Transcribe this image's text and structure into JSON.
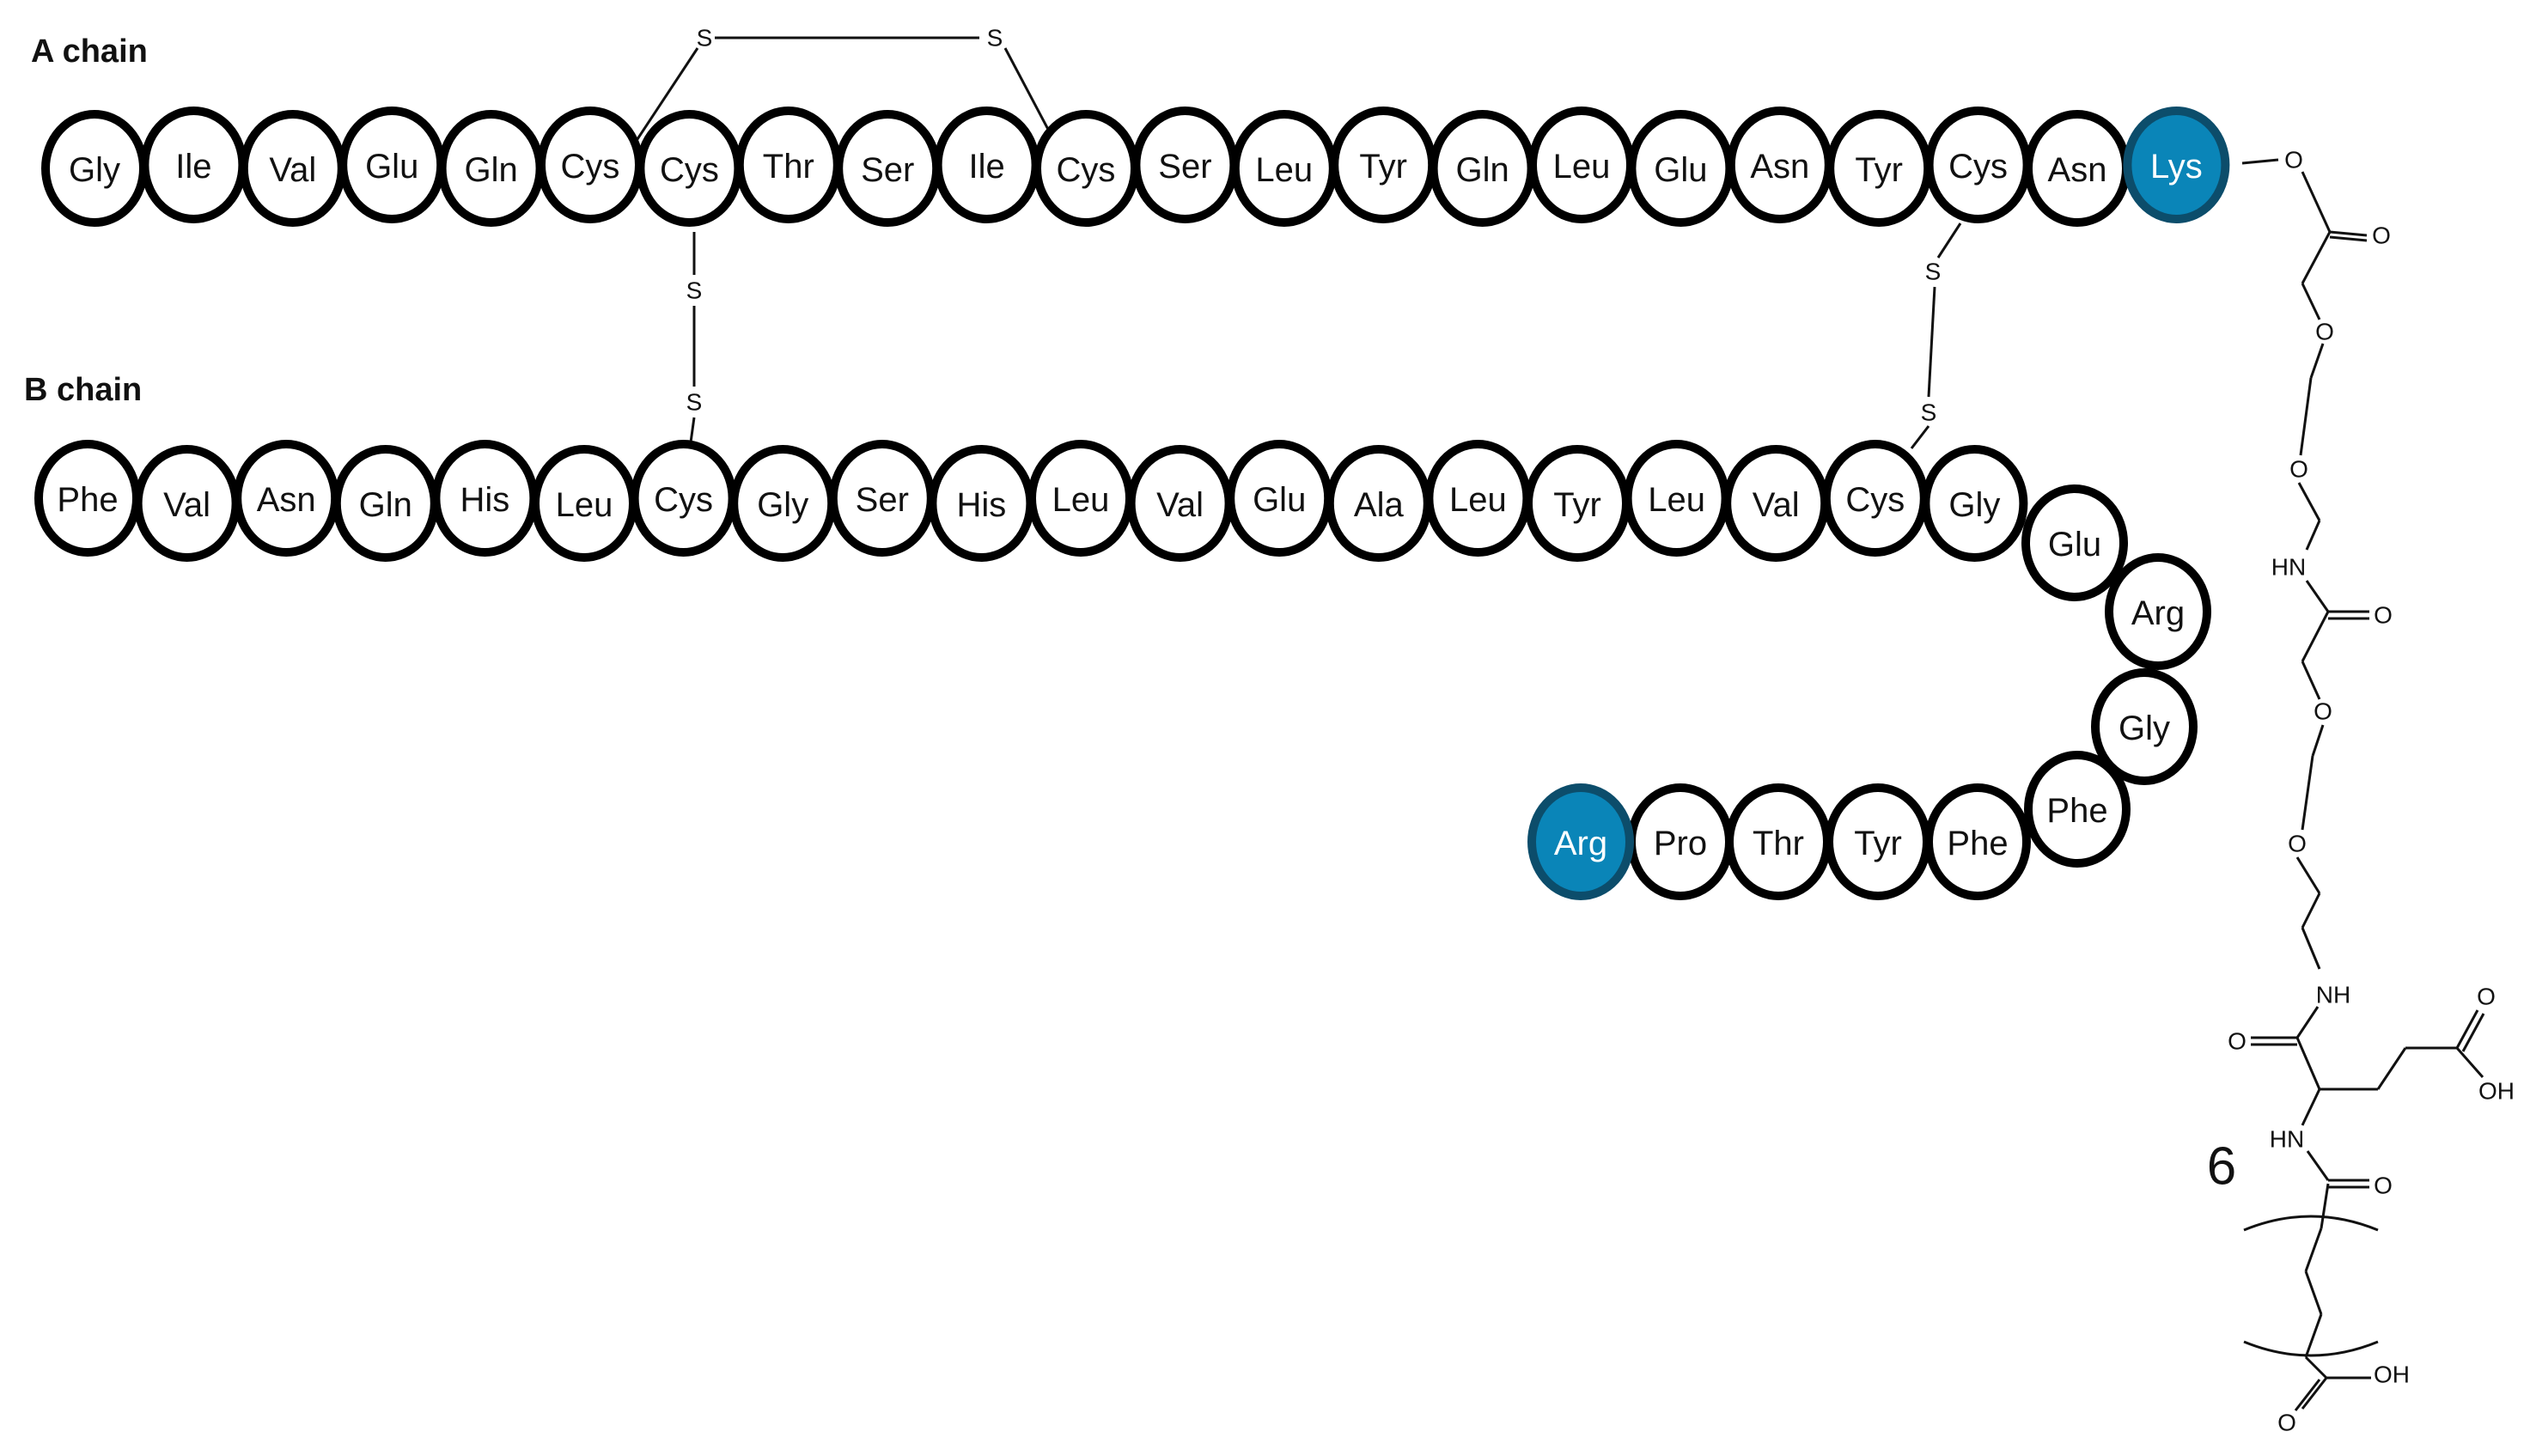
{
  "labels": {
    "chain_a": "A chain",
    "chain_b": "B chain"
  },
  "colors": {
    "highlight_fill": "#0a85b8",
    "highlight_stroke": "#0c4d6b",
    "outline": "#000000"
  },
  "chain_a": [
    "Gly",
    "Ile",
    "Val",
    "Glu",
    "Gln",
    "Cys",
    "Cys",
    "Thr",
    "Ser",
    "Ile",
    "Cys",
    "Ser",
    "Leu",
    "Tyr",
    "Gln",
    "Leu",
    "Glu",
    "Asn",
    "Tyr",
    "Cys",
    "Asn",
    "Lys"
  ],
  "chain_b": [
    "Phe",
    "Val",
    "Asn",
    "Gln",
    "His",
    "Leu",
    "Cys",
    "Gly",
    "Ser",
    "His",
    "Leu",
    "Val",
    "Glu",
    "Ala",
    "Leu",
    "Tyr",
    "Leu",
    "Val",
    "Cys",
    "Gly",
    "Glu",
    "Arg",
    "Gly",
    "Phe",
    "Phe",
    "Tyr",
    "Thr",
    "Pro",
    "Arg"
  ],
  "highlighted": {
    "chain_a_index": 21,
    "chain_b_index": 28
  },
  "disulfide_atom": "S",
  "side_chain": {
    "oxygen": "O",
    "hn": "HN",
    "nh": "NH",
    "oh": "OH",
    "repeat_count": "6"
  }
}
